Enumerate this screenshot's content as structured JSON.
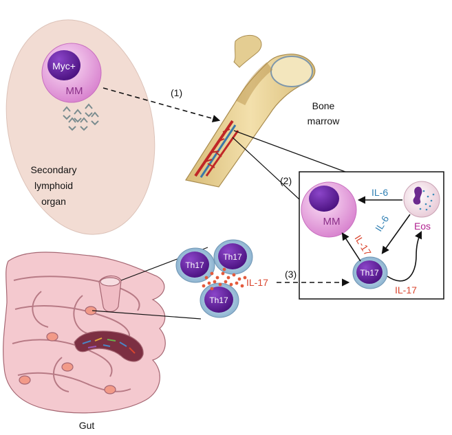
{
  "labels": {
    "myc": "Myc+",
    "mm": "MM",
    "secondary_line1": "Secondary",
    "secondary_line2": "lymphoid",
    "secondary_line3": "organ",
    "bone_line1": "Bone",
    "bone_line2": "marrow",
    "step1": "(1)",
    "step2": "(2)",
    "step3": "(3)",
    "il6": "IL-6",
    "il17": "IL-17",
    "eos": "Eos",
    "th17": "Th17",
    "gut": "Gut"
  },
  "colors": {
    "organ_fill": "#f2dcd3",
    "mm_cell": "#e9a3e0",
    "nucleus_purple": "#5d1c9c",
    "il6_blue": "#2f7fb3",
    "il17_red": "#d9452e",
    "eos_magenta": "#b0208f",
    "bone_fill": "#e9d39a",
    "gut_fill": "#f4c9cf"
  }
}
